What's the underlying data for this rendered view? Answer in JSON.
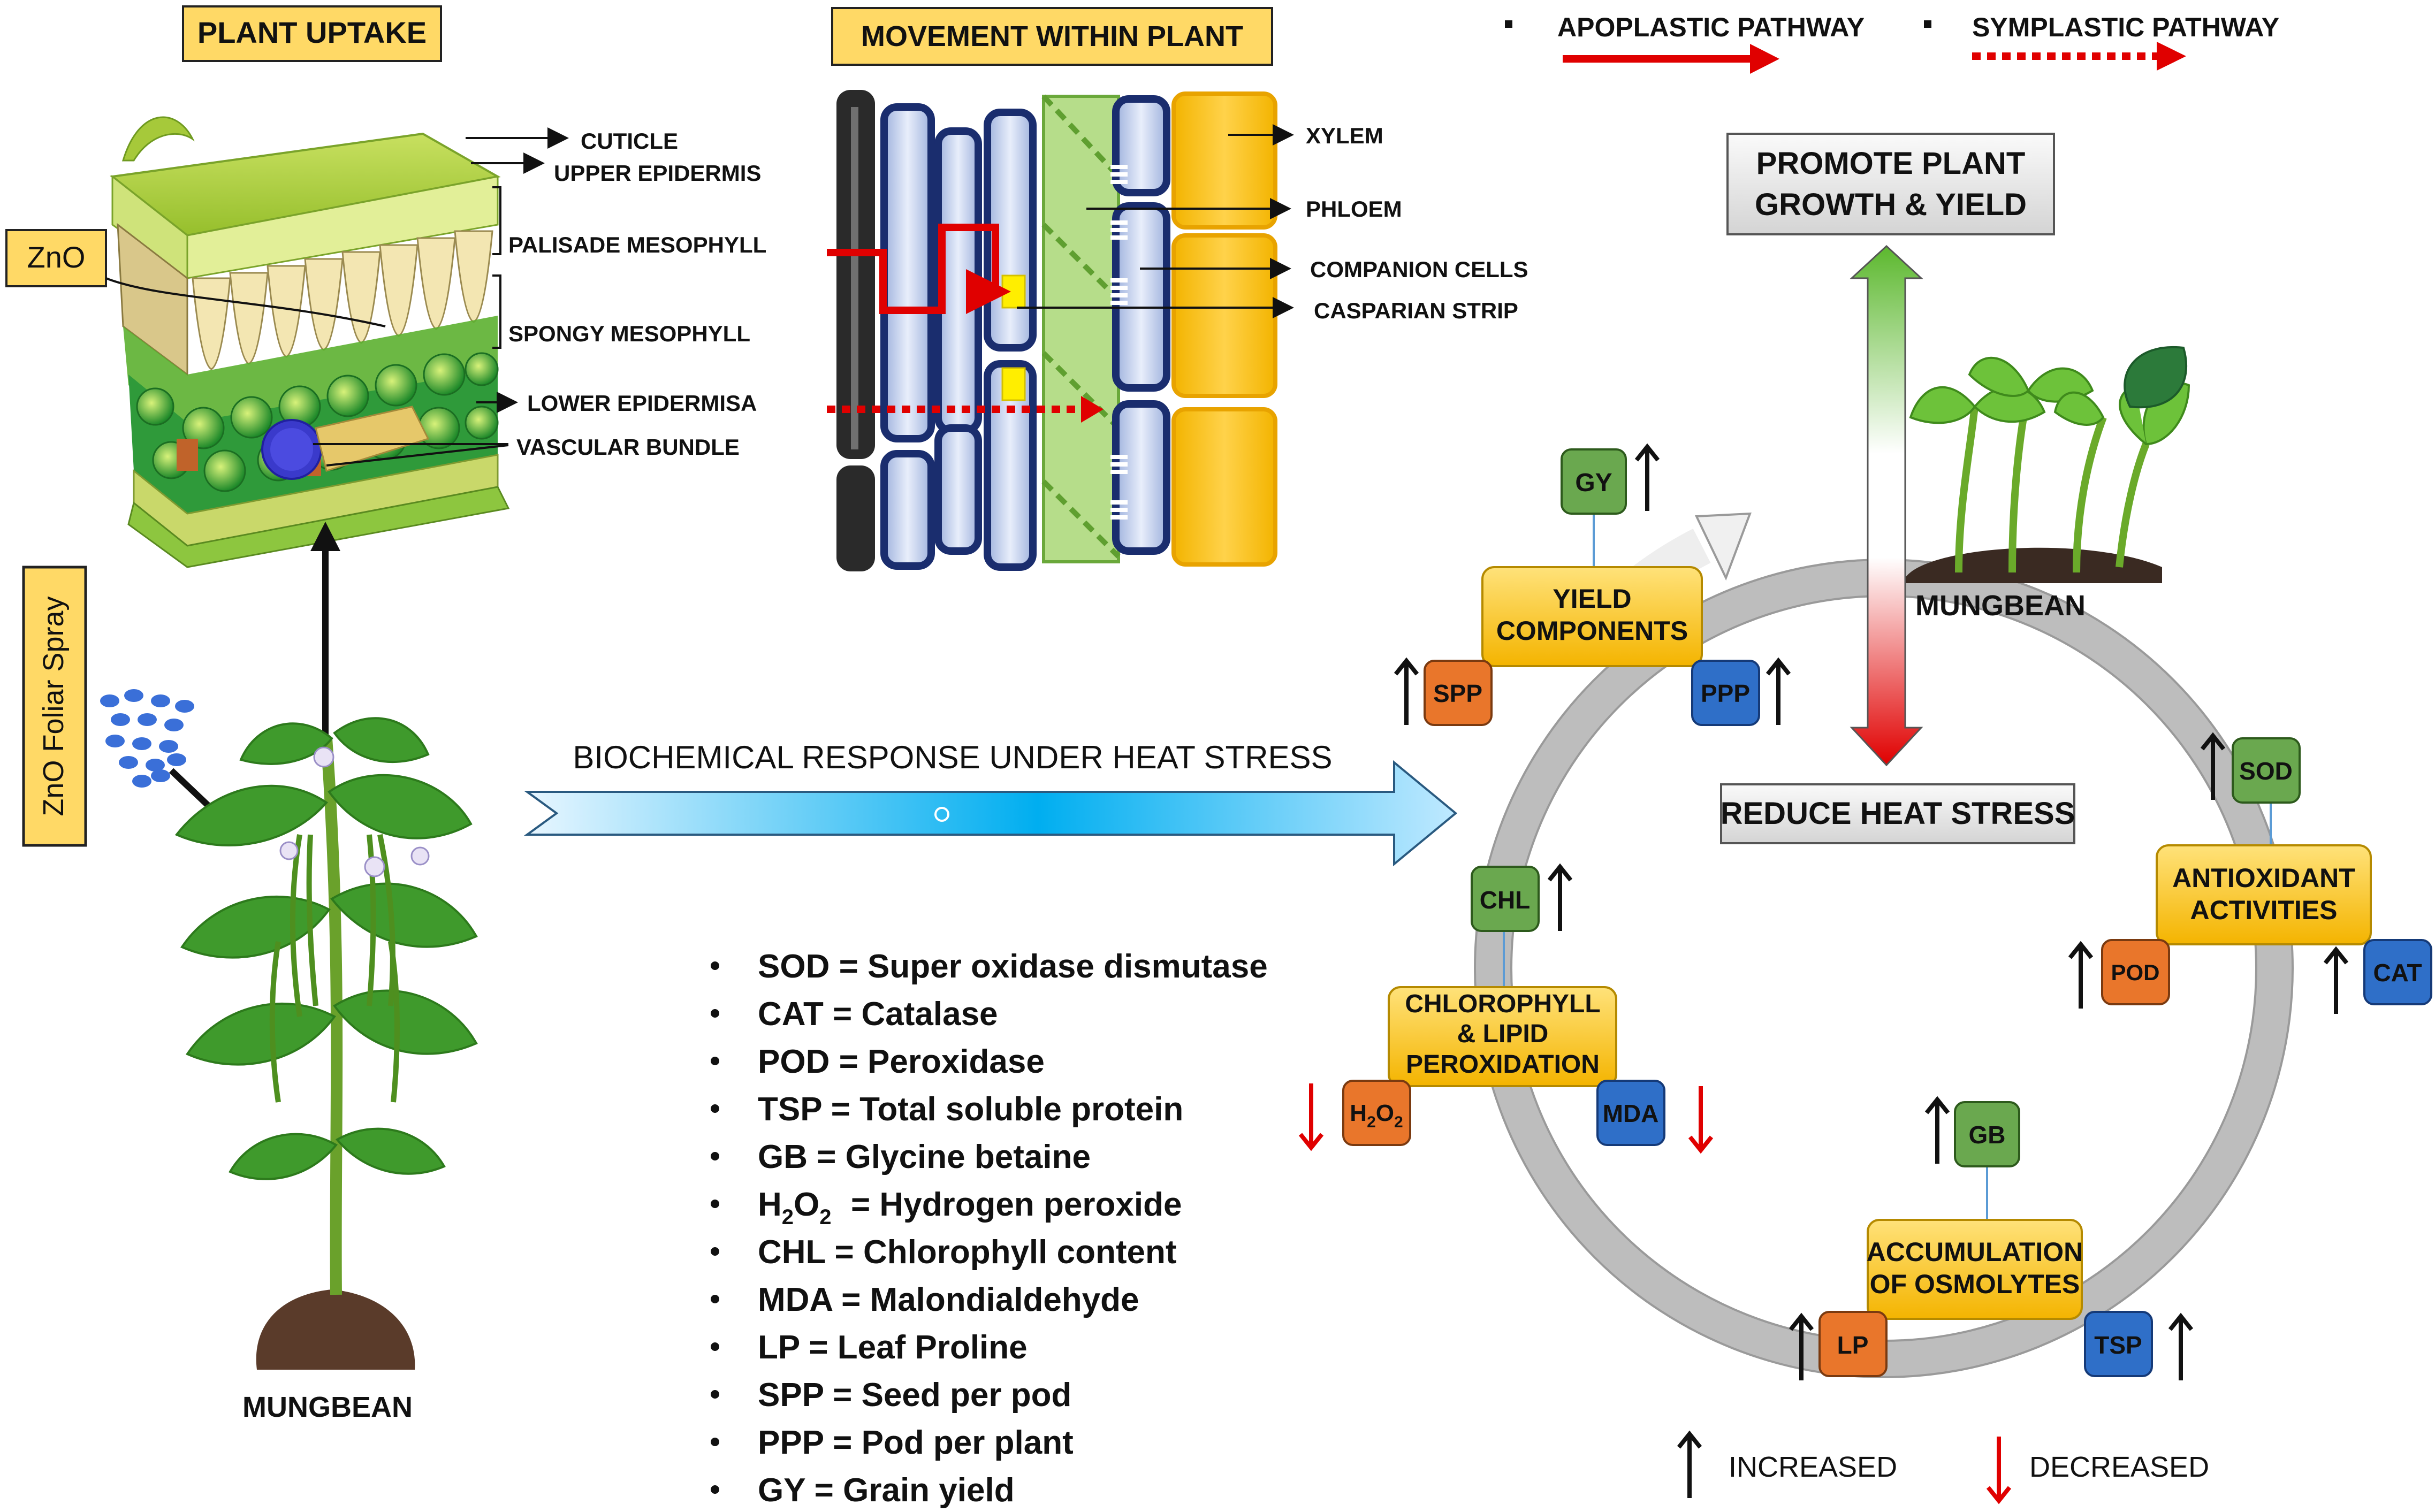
{
  "headers": {
    "plant_uptake": "PLANT UPTAKE",
    "movement": "MOVEMENT WITHIN PLANT"
  },
  "legend_pathways": {
    "apoplastic": "APOPLASTIC PATHWAY",
    "symplastic": "SYMPLASTIC PATHWAY"
  },
  "leaf_labels": {
    "cuticle": "CUTICLE",
    "upper_epidermis": "UPPER EPIDERMIS",
    "palisade": "PALISADE MESOPHYLL",
    "spongy": "SPONGY MESOPHYLL",
    "lower_epidermis": "LOWER EPIDERMISA",
    "vascular": "VASCULAR BUNDLE",
    "zno": "ZnO"
  },
  "root_labels": {
    "xylem": "XYLEM",
    "phloem": "PHLOEM",
    "companion": "COMPANION CELLS",
    "casparian": "CASPARIAN STRIP"
  },
  "spray_label": "ZnO Foliar Spray",
  "mungbean_label": "MUNGBEAN",
  "mungbean_label_right": "MUNGBEAN",
  "biochem_label": "BIOCHEMICAL RESPONSE UNDER HEAT STRESS",
  "promote_line1": "PROMOTE PLANT",
  "promote_line2": "GROWTH & YIELD",
  "reduce_label": "REDUCE HEAT STRESS",
  "cycle": {
    "yield_line1": "YIELD",
    "yield_line2": "COMPONENTS",
    "antiox_line1": "ANTIOXIDANT",
    "antiox_line2": "ACTIVITIES",
    "osmo_line1": "ACCUMULATION",
    "osmo_line2": "OF OSMOLYTES",
    "chl_line1": "CHLOROPHYLL",
    "chl_line2": "& LIPID",
    "chl_line3": "PEROXIDATION"
  },
  "markers": {
    "gy": "GY",
    "spp": "SPP",
    "ppp": "PPP",
    "sod": "SOD",
    "pod": "POD",
    "cat": "CAT",
    "gb": "GB",
    "lp": "LP",
    "tsp": "TSP",
    "chl": "CHL",
    "mda": "MDA",
    "h2o2_h": "H",
    "h2o2_2a": "2",
    "h2o2_o": "O",
    "h2o2_2b": "2"
  },
  "abbreviations": [
    "SOD = Super oxidase dismutase",
    "CAT = Catalase",
    "POD = Peroxidase",
    "TSP = Total soluble protein",
    "GB = Glycine betaine",
    "= Hydrogen peroxide",
    "CHL = Chlorophyll content",
    "MDA = Malondialdehyde",
    "LP = Leaf Proline",
    "SPP = Seed per pod",
    "PPP = Pod per plant",
    "GY = Grain yield"
  ],
  "h2o2_abbr": {
    "h": "H",
    "s1": "2",
    "o": "O",
    "s2": "2"
  },
  "legend_bottom": {
    "increased": "INCREASED",
    "decreased": "DECREASED"
  },
  "colors": {
    "label_box": "#ffd966",
    "orange_marker": "#e9762b",
    "blue_marker": "#2f6fc8",
    "green_marker": "#6aa84f",
    "apoplastic": "#e00000",
    "cycle_ring": "#bfbfbf",
    "arrow_gradient_top": "#4caf2a",
    "arrow_gradient_bottom": "#e00000"
  }
}
